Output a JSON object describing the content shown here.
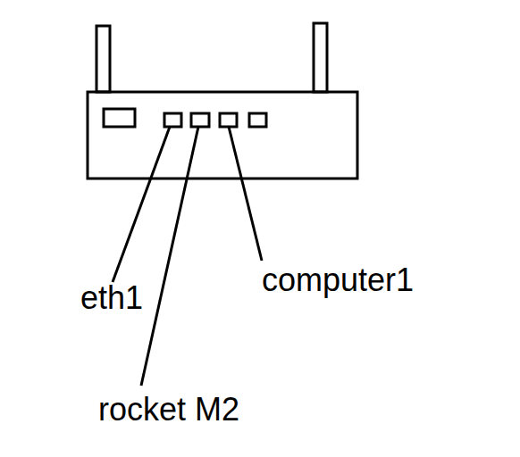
{
  "diagram": {
    "labels": [
      "eth1",
      "rocket M2",
      "computer1"
    ]
  }
}
